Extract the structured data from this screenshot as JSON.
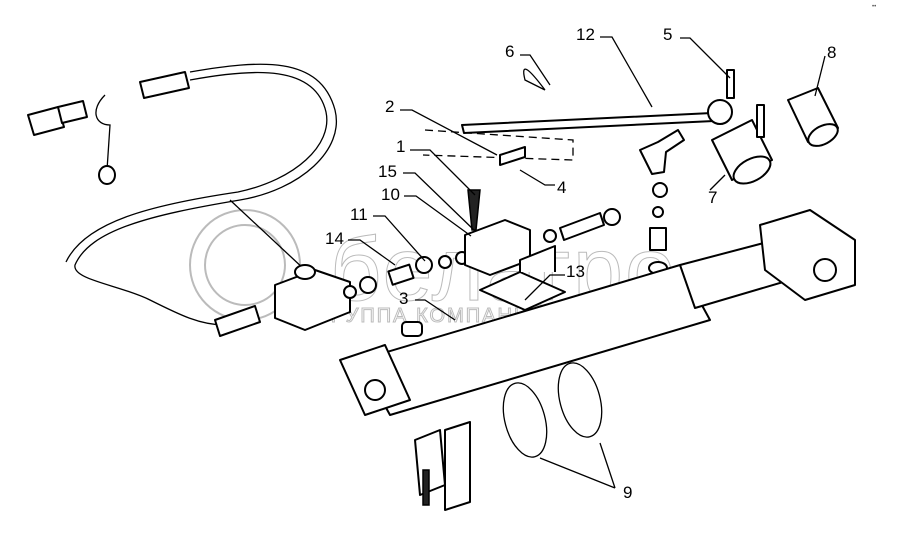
{
  "diagram": {
    "corner_mark": "•• ",
    "watermark": {
      "logo": "белагро",
      "subtitle": "ГРУППА КОМПАНИЙ"
    },
    "callouts": [
      "1",
      "2",
      "3",
      "4",
      "5",
      "6",
      "7",
      "8",
      "9",
      "10",
      "11",
      "12",
      "13",
      "14",
      "15"
    ]
  }
}
